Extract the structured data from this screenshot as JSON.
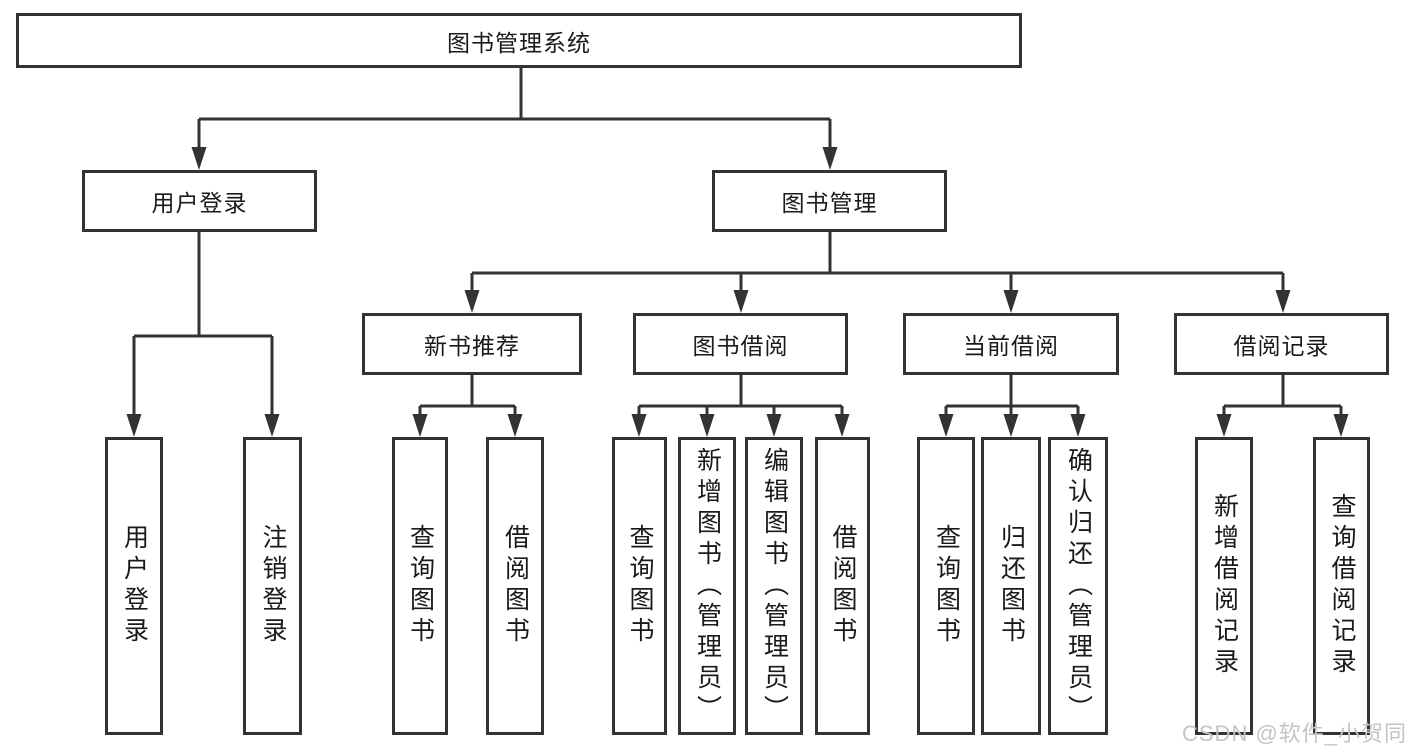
{
  "diagram_title": "图书管理系统",
  "nodes": {
    "root": "图书管理系统",
    "user_login": "用户登录",
    "book_mgmt": "图书管理",
    "new_book_rec": "新书推荐",
    "book_borrow": "图书借阅",
    "current_borrow": "当前借阅",
    "borrow_record": "借阅记录",
    "ul_user_login": "用户登录",
    "ul_logout": "注销登录",
    "nbr_query_book": "查询图书",
    "nbr_borrow_book": "借阅图书",
    "bb_query_book": "查询图书",
    "bb_add_book": "新增图书（管理员）",
    "bb_edit_book": "编辑图书（管理员）",
    "bb_borrow_book": "借阅图书",
    "cb_query_book": "查询图书",
    "cb_return_book": "归还图书",
    "cb_confirm_return": "确认归还（管理员）",
    "br_add_record": "新增借阅记录",
    "br_query_record": "查询借阅记录"
  },
  "watermark": "CSDN @软件_小贺同学",
  "colors": {
    "line": "#333333",
    "box_border": "#333333",
    "text": "#1a1a1a",
    "watermark": "#c4c4c4",
    "background": "#ffffff"
  }
}
